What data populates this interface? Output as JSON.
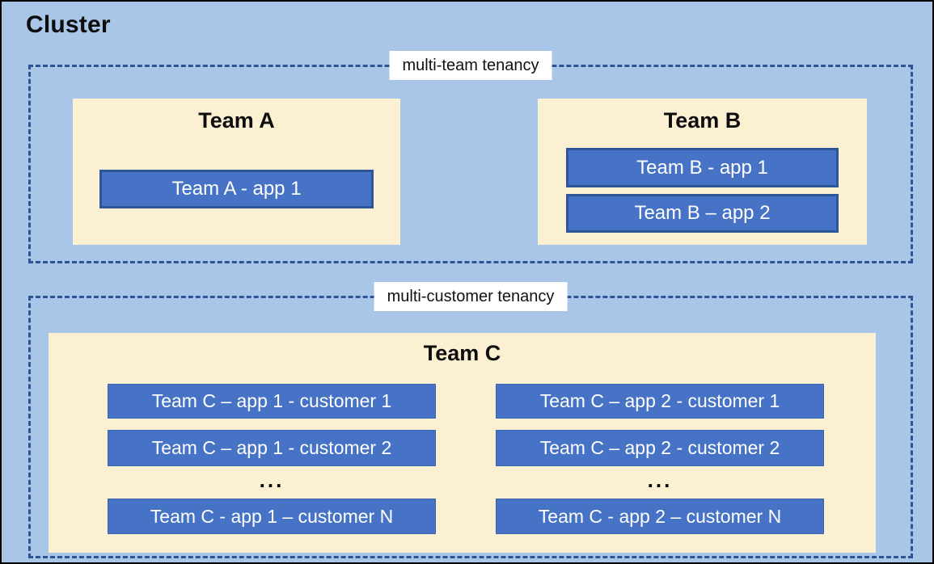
{
  "cluster": {
    "title": "Cluster"
  },
  "sections": [
    {
      "id": "multi_team",
      "label": "multi-team tenancy",
      "teams": [
        {
          "name": "Team A",
          "apps": [
            "Team A - app 1"
          ]
        },
        {
          "name": "Team B",
          "apps": [
            "Team B - app 1",
            "Team B – app 2"
          ]
        }
      ]
    },
    {
      "id": "multi_customer",
      "label": "multi-customer tenancy",
      "teams": [
        {
          "name": "Team C",
          "columns": [
            {
              "rows": [
                "Team C – app 1 - customer 1",
                "Team C – app 1 - customer 2",
                "Team C - app 1 – customer N"
              ],
              "ellipsis": "..."
            },
            {
              "rows": [
                "Team C – app 2 - customer 1",
                "Team C – app 2 - customer 2",
                "Team C - app 2 – customer N"
              ],
              "ellipsis": "..."
            }
          ]
        }
      ]
    }
  ],
  "colors": {
    "cluster_bg": "#A9C6E8",
    "team_bg": "#FBF0D2",
    "app_fill": "#4673C5",
    "app_border": "#2E5597",
    "dashed_border": "#2F5496",
    "label_bg": "#FFFFFF",
    "outer_border": "#000000",
    "app_text": "#FFFFFF",
    "title_text": "#0D0D0D"
  }
}
